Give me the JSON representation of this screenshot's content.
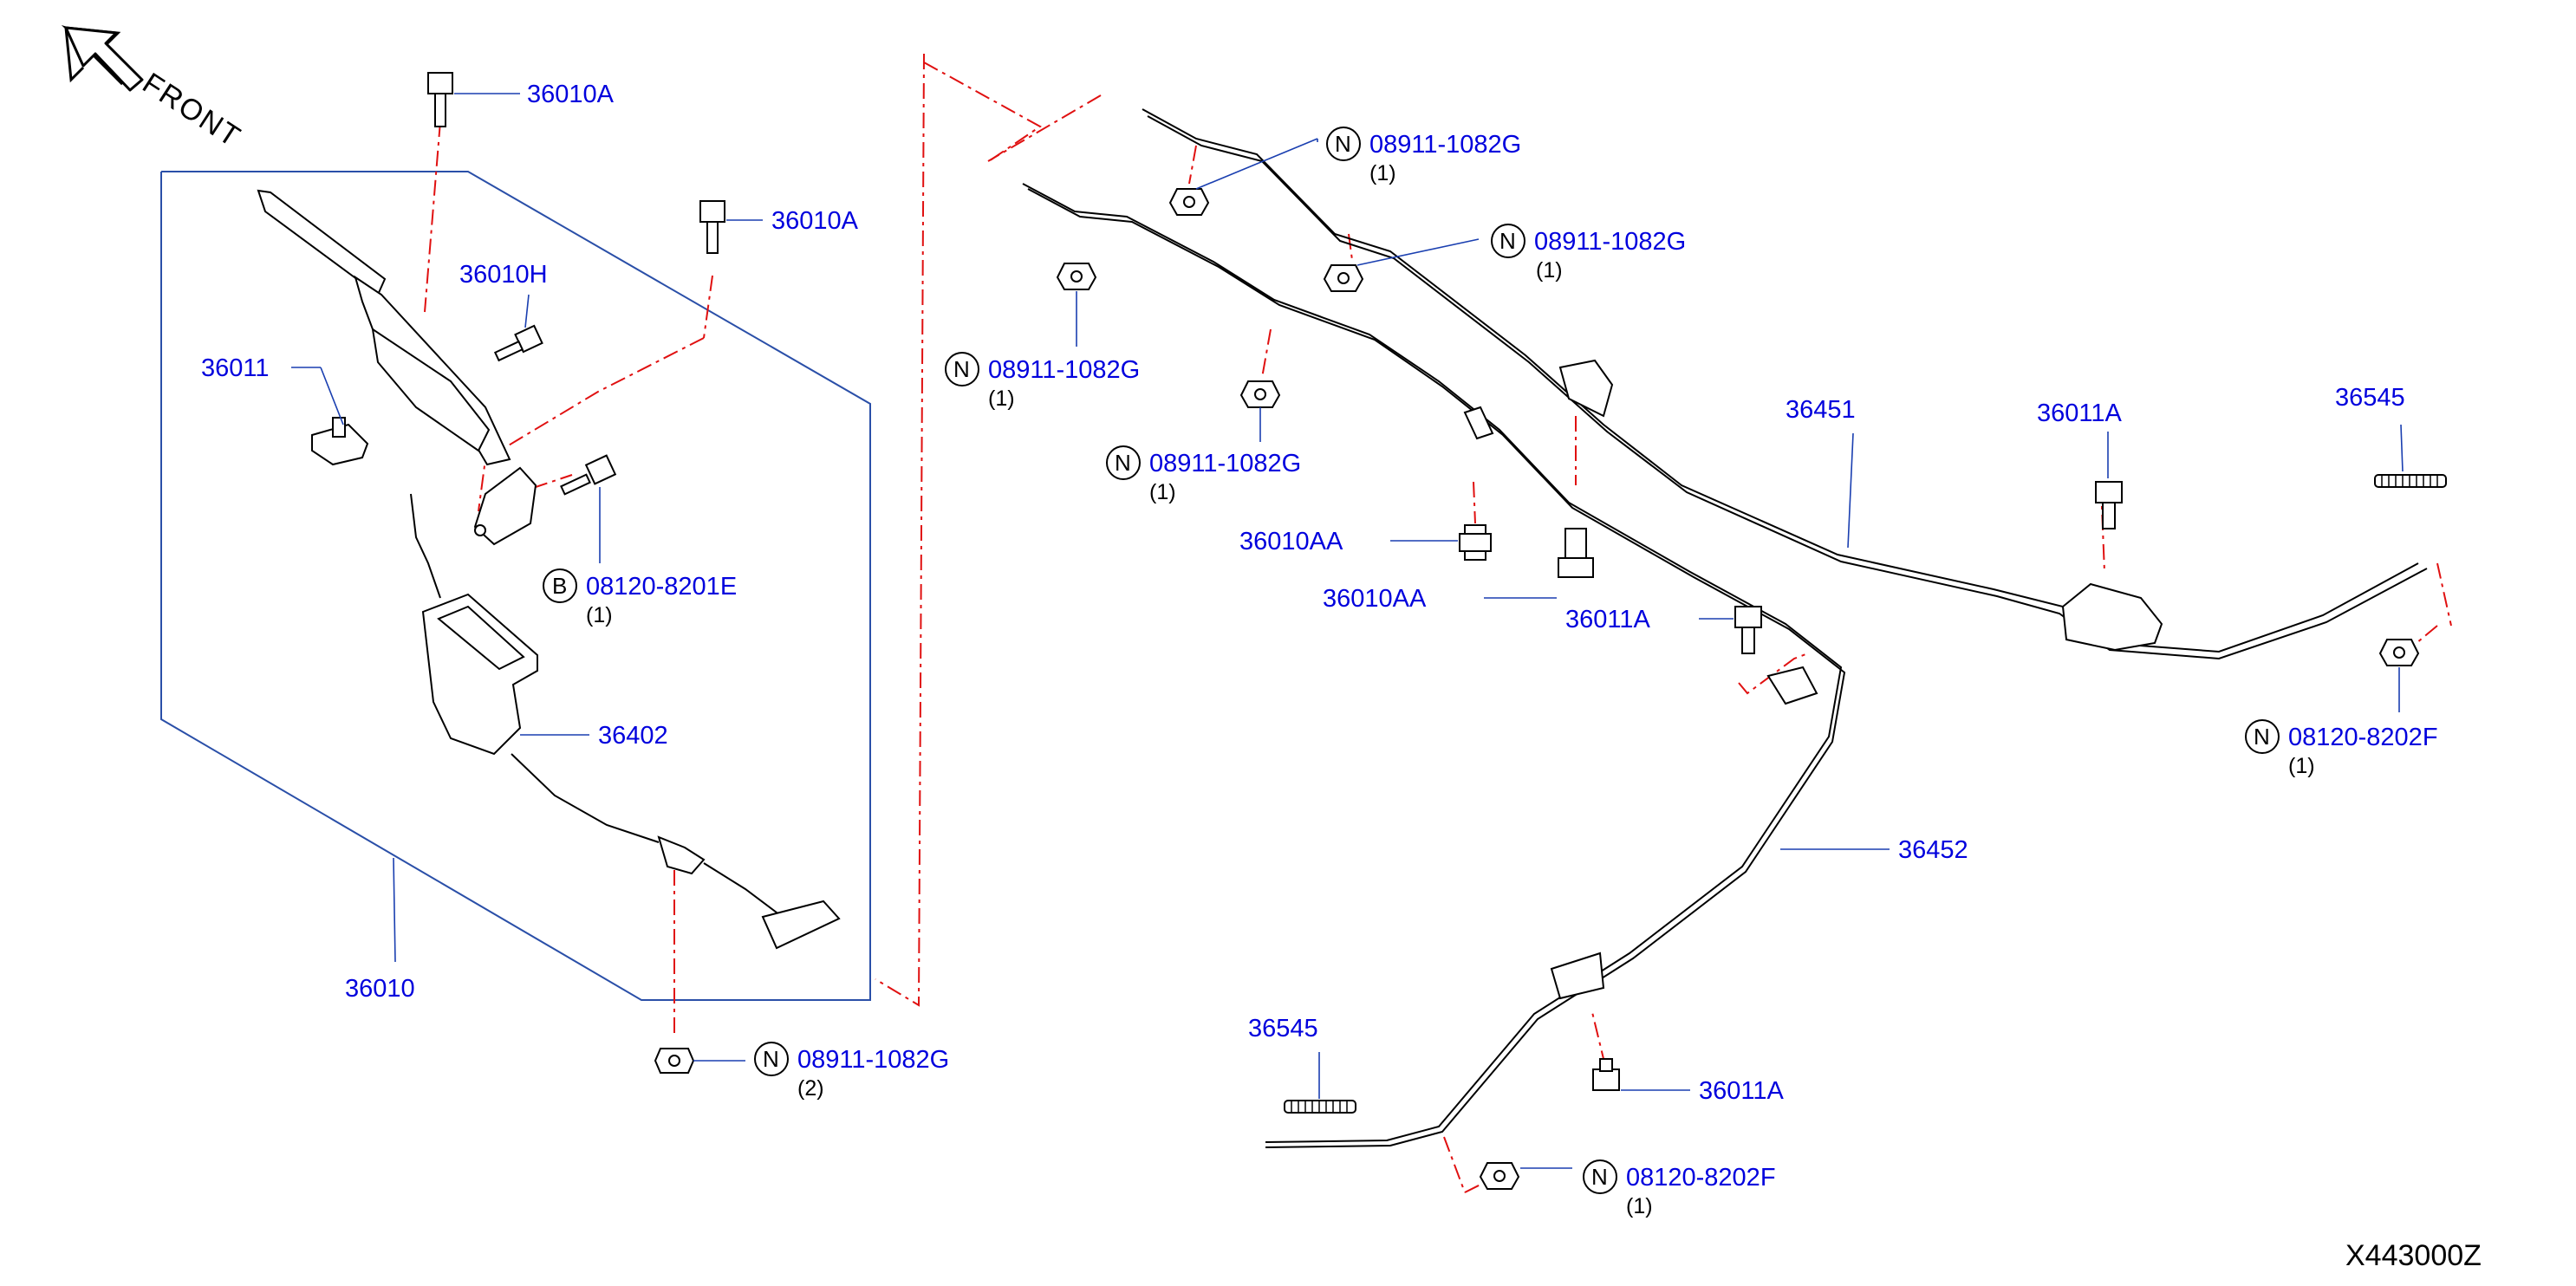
{
  "diagram": {
    "front_label": "FRONT",
    "drawing_code": "X443000Z",
    "parts": [
      {
        "id": "p-36010a-1",
        "number": "36010A"
      },
      {
        "id": "p-36010a-2",
        "number": "36010A"
      },
      {
        "id": "p-36010h",
        "number": "36010H"
      },
      {
        "id": "p-36011",
        "number": "36011"
      },
      {
        "id": "p-36402",
        "number": "36402"
      },
      {
        "id": "p-36010",
        "number": "36010"
      },
      {
        "id": "p-36451",
        "number": "36451"
      },
      {
        "id": "p-36011a-1",
        "number": "36011A"
      },
      {
        "id": "p-36545-1",
        "number": "36545"
      },
      {
        "id": "p-36010aa-1",
        "number": "36010AA"
      },
      {
        "id": "p-36010aa-2",
        "number": "36010AA"
      },
      {
        "id": "p-36011a-2",
        "number": "36011A"
      },
      {
        "id": "p-36452",
        "number": "36452"
      },
      {
        "id": "p-36545-2",
        "number": "36545"
      },
      {
        "id": "p-36011a-3",
        "number": "36011A"
      }
    ],
    "fasteners": [
      {
        "id": "f-b-08120-8201e",
        "prefix": "B",
        "number": "08120-8201E",
        "qty": "(1)"
      },
      {
        "id": "f-n-08911-1082g-a",
        "prefix": "N",
        "number": "08911-1082G",
        "qty": "(2)"
      },
      {
        "id": "f-n-08911-1082g-b",
        "prefix": "N",
        "number": "08911-1082G",
        "qty": "(1)"
      },
      {
        "id": "f-n-08911-1082g-c",
        "prefix": "N",
        "number": "08911-1082G",
        "qty": "(1)"
      },
      {
        "id": "f-n-08911-1082g-d",
        "prefix": "N",
        "number": "08911-1082G",
        "qty": "(1)"
      },
      {
        "id": "f-n-08911-1082g-e",
        "prefix": "N",
        "number": "08911-1082G",
        "qty": "(1)"
      },
      {
        "id": "f-n-08120-8202f-a",
        "prefix": "N",
        "number": "08120-8202F",
        "qty": "(1)"
      },
      {
        "id": "f-n-08120-8202f-b",
        "prefix": "N",
        "number": "08120-8202F",
        "qty": "(1)"
      }
    ]
  }
}
